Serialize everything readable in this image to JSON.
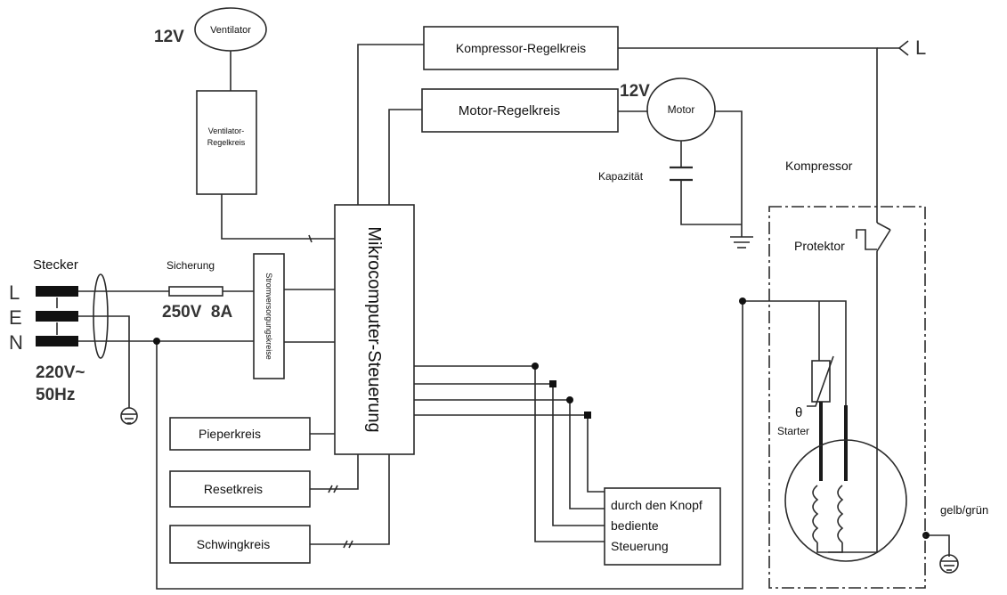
{
  "blocks": {
    "ventilator": "Ventilator",
    "ventilator_volt": "12V",
    "ventilator_ctrl_1": "Ventilator-",
    "ventilator_ctrl_2": "Regelkreis",
    "kompressor_ctrl": "Kompressor-Regelkreis",
    "motor_ctrl": "Motor-Regelkreis",
    "motor": "Motor",
    "motor_volt": "12V",
    "kapazitaet": "Kapazität",
    "kompressor": "Kompressor",
    "protektor": "Protektor",
    "line_label": "L",
    "mikrocomputer": "Mikrocomputer-Steuerung",
    "stromversorgung": "Stromversorgungskreise",
    "stecker": "Stecker",
    "pin_l": "L",
    "pin_e": "E",
    "pin_n": "N",
    "voltage": "220V~",
    "frequency": "50Hz",
    "sicherung": "Sicherung",
    "sicherung_rating": "250V  8A",
    "pieperkreis": "Pieperkreis",
    "resetkreis": "Resetkreis",
    "schwingkreis": "Schwingkreis",
    "knopf_1": "durch den Knopf",
    "knopf_2": "bediente",
    "knopf_3": "Steuerung",
    "starter_symbol": "θ",
    "starter": "Starter",
    "gelbgruen": "gelb/grün"
  }
}
